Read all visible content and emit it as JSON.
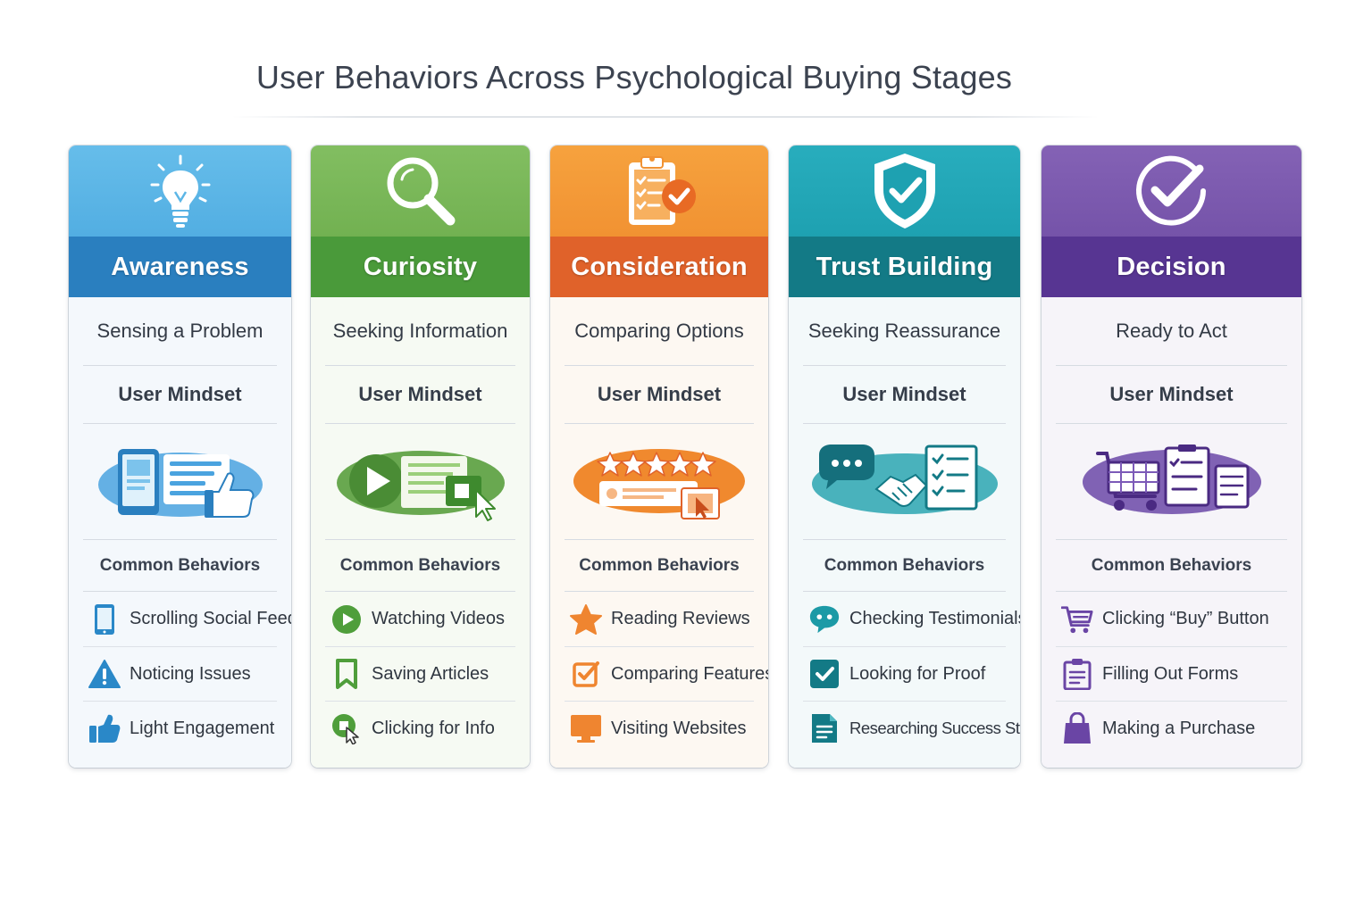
{
  "title": "User Behaviors Across Psychological Buying Stages",
  "stages": [
    {
      "name": "Awareness",
      "subtitle": "Sensing a Problem",
      "mindset_label": "User Mindset",
      "behaviors_label": "Common Behaviors",
      "header_icon": "lightbulb-icon",
      "illustration": "social-feed-like-illustration",
      "colors": {
        "top": "#5cb6e6",
        "band": "#2a7fbf",
        "accent": "#2a88c8",
        "body": "#f4f8fc"
      },
      "behaviors": [
        {
          "label": "Scrolling Social Feed",
          "icon": "phone-icon"
        },
        {
          "label": "Noticing Issues",
          "icon": "warning-icon"
        },
        {
          "label": "Light Engagement",
          "icon": "thumbs-up-icon"
        }
      ]
    },
    {
      "name": "Curiosity",
      "subtitle": "Seeking Information",
      "mindset_label": "User Mindset",
      "behaviors_label": "Common Behaviors",
      "header_icon": "magnifier-icon",
      "illustration": "video-article-click-illustration",
      "colors": {
        "top": "#7ab85a",
        "band": "#4a9a3a",
        "accent": "#4f9e3b",
        "body": "#f6faf3"
      },
      "behaviors": [
        {
          "label": "Watching Videos",
          "icon": "play-icon"
        },
        {
          "label": "Saving Articles",
          "icon": "bookmark-icon"
        },
        {
          "label": "Clicking for Info",
          "icon": "cursor-click-icon"
        }
      ]
    },
    {
      "name": "Consideration",
      "subtitle": "Comparing Options",
      "mindset_label": "User Mindset",
      "behaviors_label": "Common Behaviors",
      "header_icon": "clipboard-check-icon",
      "illustration": "star-rating-review-illustration",
      "colors": {
        "top": "#f39a38",
        "band": "#e0622a",
        "accent": "#ef8530",
        "body": "#fdf8f2"
      },
      "behaviors": [
        {
          "label": "Reading Reviews",
          "icon": "star-icon"
        },
        {
          "label": "Comparing Features",
          "icon": "checkbox-icon"
        },
        {
          "label": "Visiting Websites",
          "icon": "monitor-icon"
        }
      ]
    },
    {
      "name": "Trust Building",
      "subtitle": "Seeking Reassurance",
      "mindset_label": "User Mindset",
      "behaviors_label": "Common Behaviors",
      "header_icon": "shield-check-icon",
      "illustration": "handshake-checklist-illustration",
      "colors": {
        "top": "#22a7b7",
        "band": "#137a86",
        "accent": "#1c9aa6",
        "body": "#f3f9fa"
      },
      "behaviors": [
        {
          "label": "Checking Testimonials",
          "icon": "chat-bubble-icon"
        },
        {
          "label": "Looking for Proof",
          "icon": "check-square-icon"
        },
        {
          "label": "Researching Success Stories",
          "icon": "document-icon"
        }
      ]
    },
    {
      "name": "Decision",
      "subtitle": "Ready to Act",
      "mindset_label": "User Mindset",
      "behaviors_label": "Common Behaviors",
      "header_icon": "circle-check-icon",
      "illustration": "cart-forms-illustration",
      "colors": {
        "top": "#7d5bb0",
        "band": "#573592",
        "accent": "#6a45a5",
        "body": "#f6f4f9"
      },
      "behaviors": [
        {
          "label": "Clicking “Buy” Button",
          "icon": "cart-icon"
        },
        {
          "label": "Filling Out Forms",
          "icon": "form-icon"
        },
        {
          "label": "Making a Purchase",
          "icon": "shopping-bag-icon"
        }
      ]
    }
  ]
}
